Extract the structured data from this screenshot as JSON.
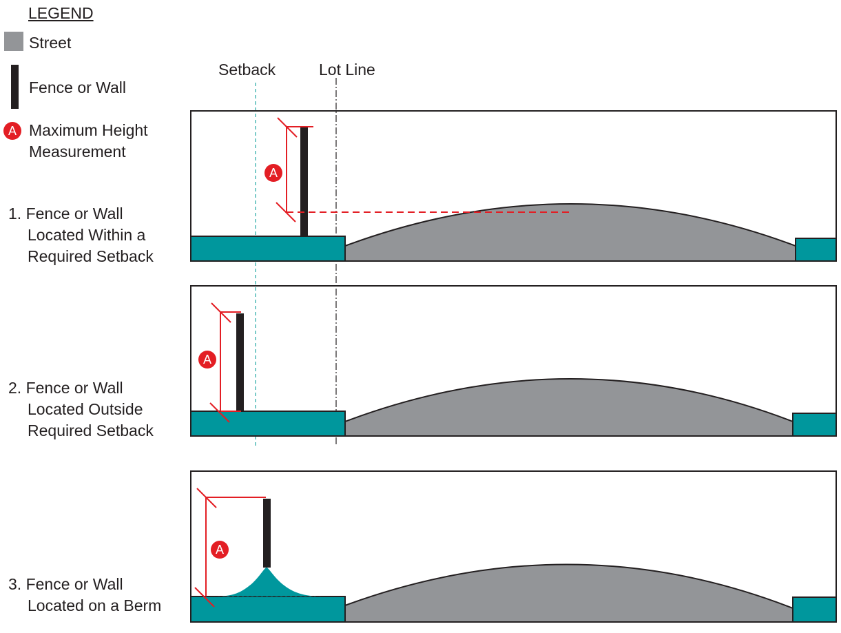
{
  "legend": {
    "title": "LEGEND",
    "items": [
      {
        "label": "Street",
        "icon": "street-swatch",
        "color": "#939598"
      },
      {
        "label": "Fence or Wall",
        "icon": "fence-swatch",
        "color": "#231f20"
      },
      {
        "label_line1": "Maximum Height",
        "label_line2": "Measurement",
        "icon": "height-badge-icon",
        "badge": "A",
        "color": "#e31e24"
      }
    ]
  },
  "column_labels": {
    "setback": "Setback",
    "lot_line": "Lot Line"
  },
  "cases": [
    {
      "number": "1.",
      "lines": [
        "Fence or Wall",
        "Located Within a",
        "Required Setback"
      ],
      "badge": "A"
    },
    {
      "number": "2.",
      "lines": [
        "Fence or Wall",
        "Located Outside",
        "Required Setback"
      ],
      "badge": "A"
    },
    {
      "number": "3.",
      "lines": [
        "Fence or Wall",
        "Located on a Berm"
      ],
      "badge": "A"
    }
  ],
  "colors": {
    "ground": "#00979d",
    "street": "#939598",
    "fence": "#231f20",
    "measure": "#e31e24",
    "setback_line": "#4fb9b5",
    "outline": "#231f20"
  }
}
